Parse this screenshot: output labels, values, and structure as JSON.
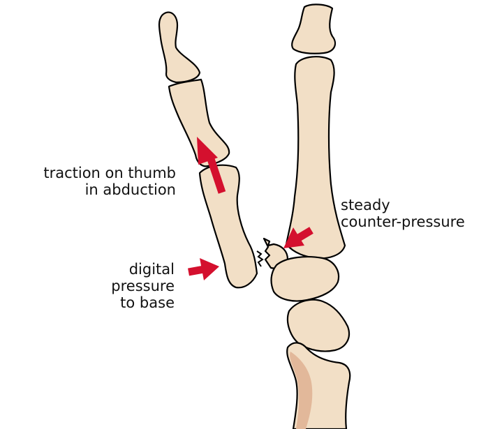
{
  "labels": {
    "traction": [
      "traction on thumb",
      "in abduction"
    ],
    "counter": [
      "steady",
      "counter-pressure"
    ],
    "digital": [
      "digital",
      "pressure",
      "to base"
    ]
  },
  "colors": {
    "bone_fill": "#f2dfc6",
    "bone_shade": "#e2b89a",
    "outline": "#000000",
    "arrow": "#d4102e"
  }
}
